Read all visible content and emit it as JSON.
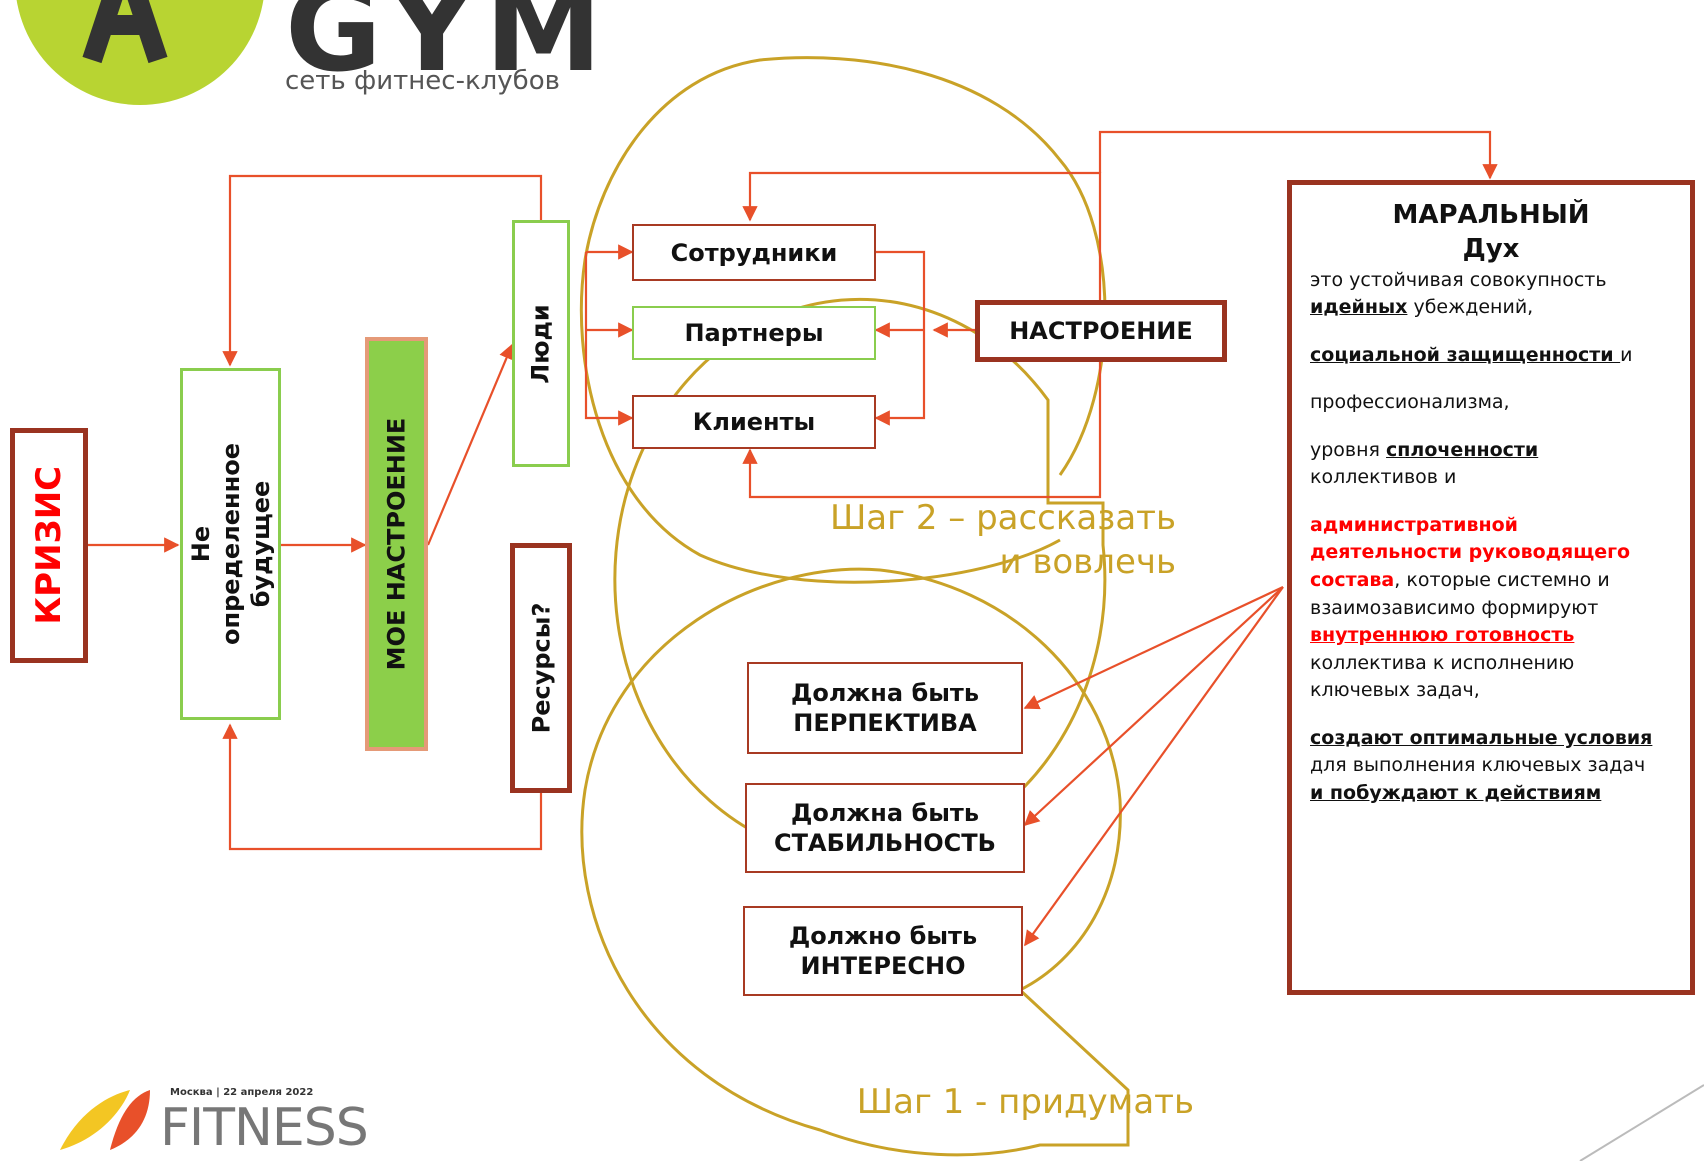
{
  "logo": {
    "name": "GYM",
    "tagline": "сеть фитнес-клубов"
  },
  "nodes": {
    "crisis": "КРИЗИС",
    "future": "Не определенное будущее",
    "mood": "МОЕ НАСТРОЕНИЕ",
    "people": "Люди",
    "resources": "Ресурсы?",
    "employees": "Сотрудники",
    "partners": "Партнеры",
    "clients": "Клиенты",
    "nastroenie": "НАСТРОЕНИЕ",
    "perspective": "Должна быть ПЕРПЕКТИВА",
    "stability": "Должна быть СТАБИЛЬНОСТЬ",
    "interesting": "Должно быть ИНТЕРЕСНО"
  },
  "steps": {
    "step2_line1": "Шаг 2 – рассказать",
    "step2_line2": "и вовлечь",
    "step1": "Шаг 1 - придумать"
  },
  "moral": {
    "title1": "МАРАЛЬНЫЙ",
    "title2": "Дух",
    "l1": "это устойчивая совокупность",
    "l2a": "идейных",
    "l2b": " убеждений,",
    "l3a": "социальной защищенности ",
    "l3b": "и",
    "l4": "профессионализма,",
    "l5a": "уровня ",
    "l5b": "сплоченности",
    "l5c": "коллективов и",
    "l6a": "административной деятельности руководящего состава",
    "l6b": ", которые системно и взаимозависимо формируют ",
    "l6c": "внутреннюю готовность",
    "l6d": " коллектива к исполнению ключевых задач,",
    "l7a": "создают оптимальные условия ",
    "l7b": "для выполнения ключевых задач",
    "l7c": "и побуждают к действиям"
  },
  "footer": {
    "event": "Москва | 22 апреля 2022",
    "brand": "FITNESS"
  },
  "colors": {
    "arrow": "#e8502a",
    "red_border": "#a83a23",
    "green_border": "#8acd4e",
    "mood_fill": "#8ccf4a",
    "step_gold": "#c9a227",
    "highlight": "#ff0000"
  }
}
